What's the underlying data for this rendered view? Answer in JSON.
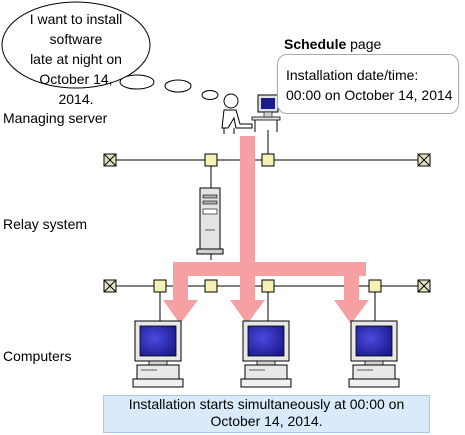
{
  "bubble": {
    "lines": [
      "I want to install software",
      "late at night on October 14,",
      "2014."
    ]
  },
  "schedule": {
    "title_bold": "Schedule",
    "title_rest": " page",
    "line1": "Installation date/time:",
    "line2": "00:00 on October 14, 2014"
  },
  "labels": {
    "managing_server": "Managing server",
    "relay_system": "Relay system",
    "computers": "Computers"
  },
  "footer": {
    "line1": "Installation starts simultaneously at 00:00 on",
    "line2": "October 14, 2014."
  },
  "colors": {
    "arrow": "#f7a0a3",
    "node_fill": "#f5f0b4",
    "terminator_fill": "#e6e3c2",
    "screen": "#2a2ab8",
    "footer_bg": "#d9ebfa"
  }
}
